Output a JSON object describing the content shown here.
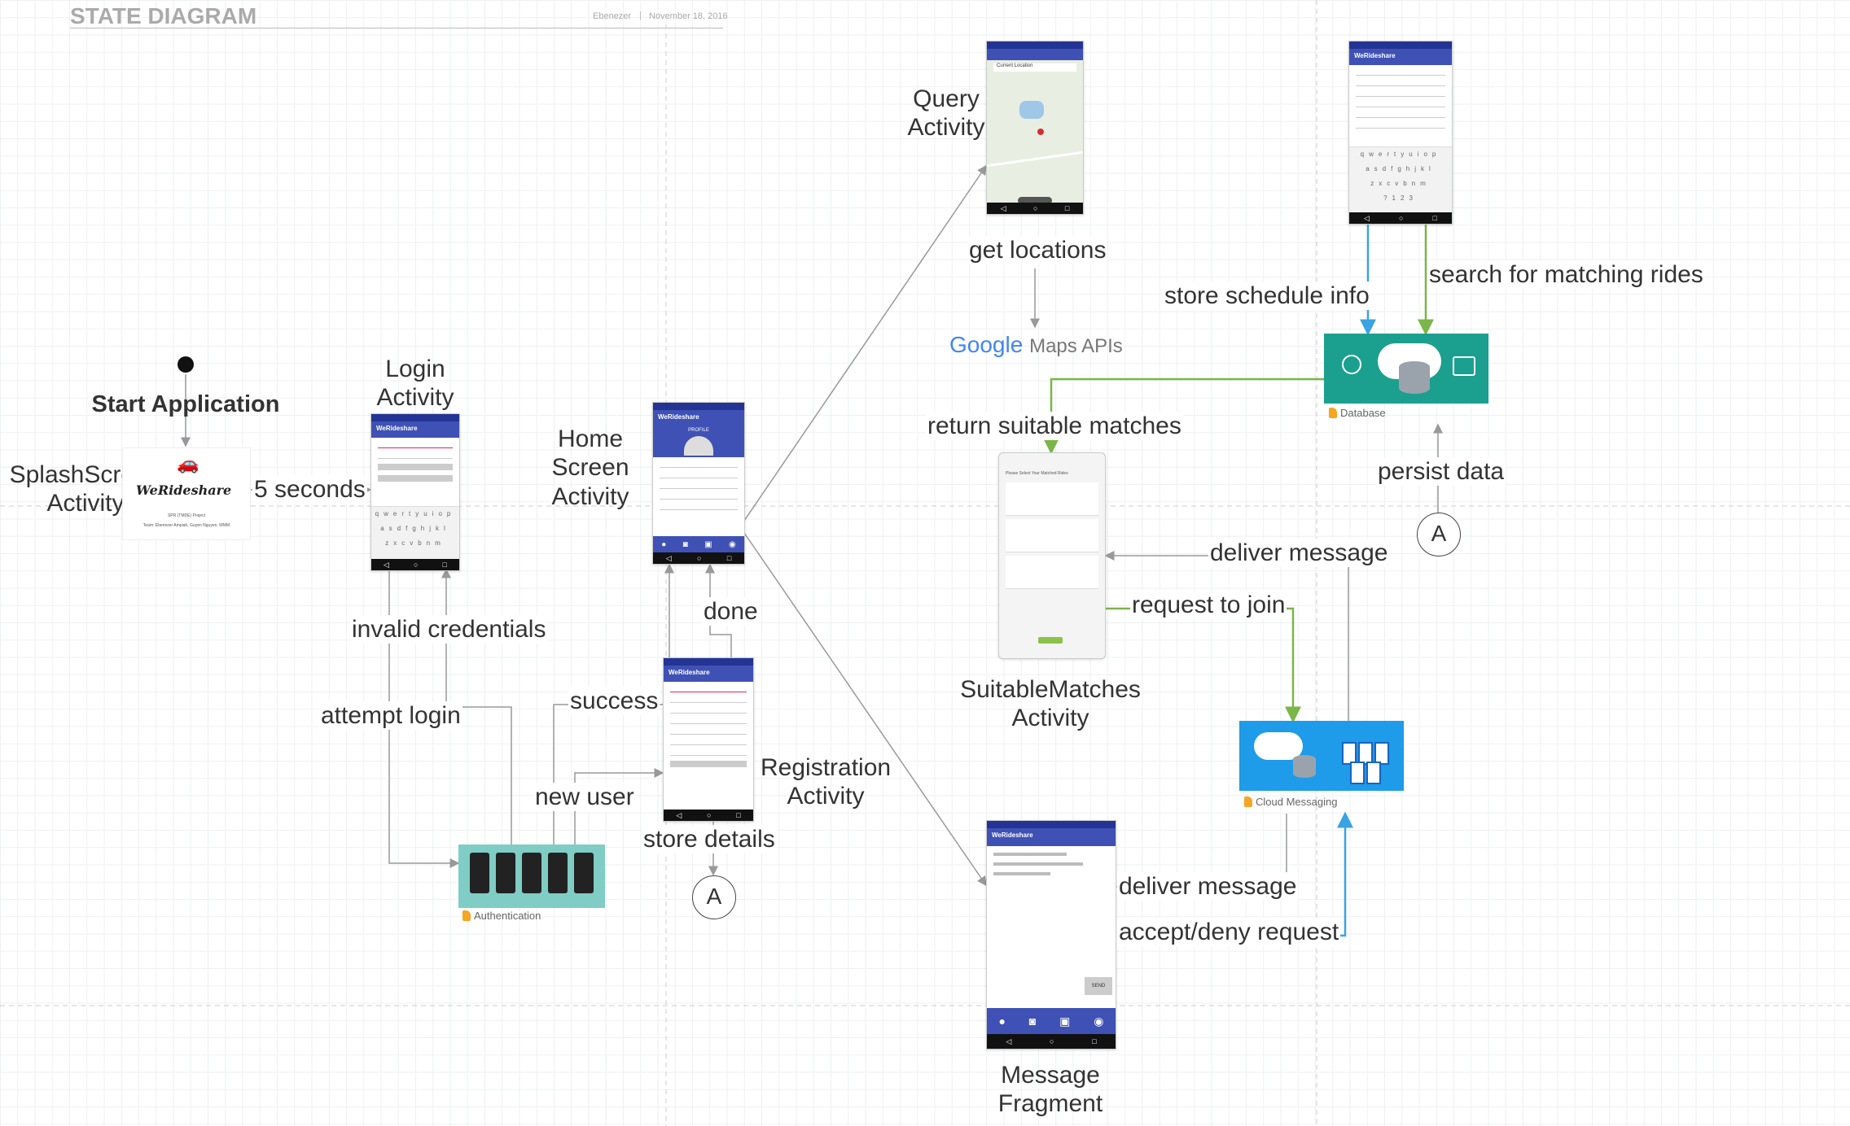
{
  "header": {
    "title": "STATE DIAGRAM",
    "author": "Ebenezer",
    "date": "November 18, 2016"
  },
  "colors": {
    "gridline": "#eef0f2",
    "edge_gray": "#999999",
    "edge_green": "#7ab648",
    "edge_blue": "#3aa3e3",
    "firebase_teal": "#1ba08f",
    "firebase_blue": "#1e9be9",
    "auth_teal": "#7fcdc4",
    "app_bar": "#3f51b5"
  },
  "nodes": {
    "start": {
      "label": "Start Application"
    },
    "splash": {
      "label": "SplashScreen\nActivity",
      "logo_text": "WeRideshare",
      "caption_line1": "SPR (TMDE) Project",
      "caption_line2": "Team: Ebenezer Ampiah, Guyen Nguyen, WMM"
    },
    "login": {
      "label": "Login\nActivity"
    },
    "home": {
      "label": "Home\nScreen\nActivity",
      "screen_title": "PROFILE"
    },
    "registration": {
      "label": "Registration\nActivity"
    },
    "query": {
      "label": "Query\nActivity"
    },
    "suitable": {
      "label": "SuitableMatches\nActivity",
      "screen_heading": "Please Select Your Matched Rides"
    },
    "message": {
      "label": "Message\nFragment",
      "send_label": "SEND"
    },
    "google_maps": {
      "google": "Google",
      "maps": "Maps APIs"
    },
    "database": {
      "caption": "Database"
    },
    "cloud_messaging": {
      "caption": "Cloud Messaging"
    },
    "authentication": {
      "caption": "Authentication"
    },
    "connector_1": {
      "label": "A"
    },
    "connector_2": {
      "label": "A"
    }
  },
  "edges": {
    "five_seconds": "5 seconds",
    "invalid_credentials": "invalid credentials",
    "attempt_login": "attempt login",
    "success": "success",
    "new_user": "new user",
    "done": "done",
    "store_details": "store details",
    "get_locations": "get locations",
    "store_schedule_info": "store schedule info",
    "search_matching_rides": "search for matching rides",
    "return_suitable_matches": "return suitable matches",
    "persist_data": "persist data",
    "deliver_message_1": "deliver message",
    "request_to_join": "request to join",
    "deliver_message_2": "deliver message",
    "accept_deny_request": "accept/deny request"
  },
  "phone_ui": {
    "app_name": "WeRideshare",
    "query_search": "Current Location"
  }
}
